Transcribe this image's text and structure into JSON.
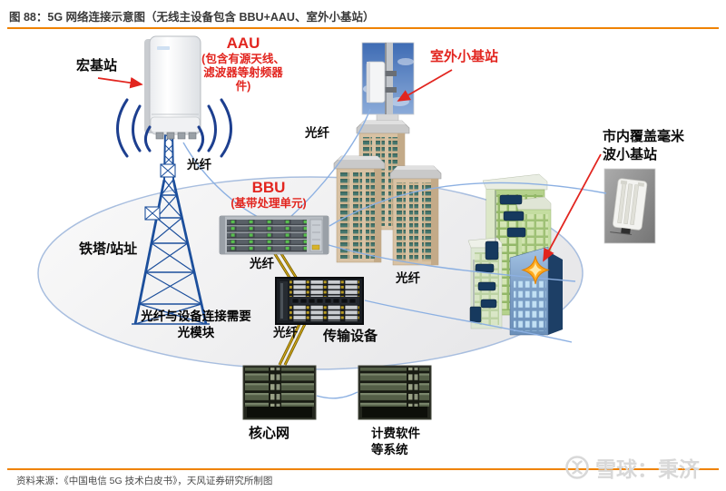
{
  "header": {
    "title": "图 88：5G 网络连接示意图（无线主设备包含 BBU+AAU、室外小基站）"
  },
  "labels": {
    "macro_station": "宏基站",
    "aau_title": "AAU",
    "aau_note_line1": "(包含有源天线、",
    "aau_note_line2": "滤波器等射频器",
    "aau_note_line3": "件)",
    "outdoor_small_cell": "室外小基站",
    "indoor_mmwave_line1": "市内覆盖毫米",
    "indoor_mmwave_line2": "波小基站",
    "tower_site": "铁塔/站址",
    "bbu_title": "BBU",
    "bbu_note": "(基带处理单元)",
    "fiber_labels": [
      "光纤",
      "光纤",
      "光纤",
      "光纤",
      "光纤"
    ],
    "fiber_module_line1": "光纤与设备连接需要",
    "fiber_module_line2": "光模块",
    "transmission": "传输设备",
    "core_network": "核心网",
    "billing_line1": "计费软件",
    "billing_line2": "等系统"
  },
  "footer": {
    "source": "资料来源：《中国电信 5G 技术白皮书》，天风证券研究所制图",
    "watermark": "雪球：秉济"
  },
  "colors": {
    "rule_orange": "#ef8200",
    "label_red": "#e2251f",
    "tower_blue": "#1c4f9c",
    "fiber_blue": "#8cb0e2",
    "cable_gold": "#7a6200",
    "star_orange": "#ffaa1e"
  },
  "icons": {
    "radio_waves": "radio-waves-icon",
    "coverage_star": "coverage-star-icon",
    "watermark_logo": "snowball-logo-icon"
  }
}
